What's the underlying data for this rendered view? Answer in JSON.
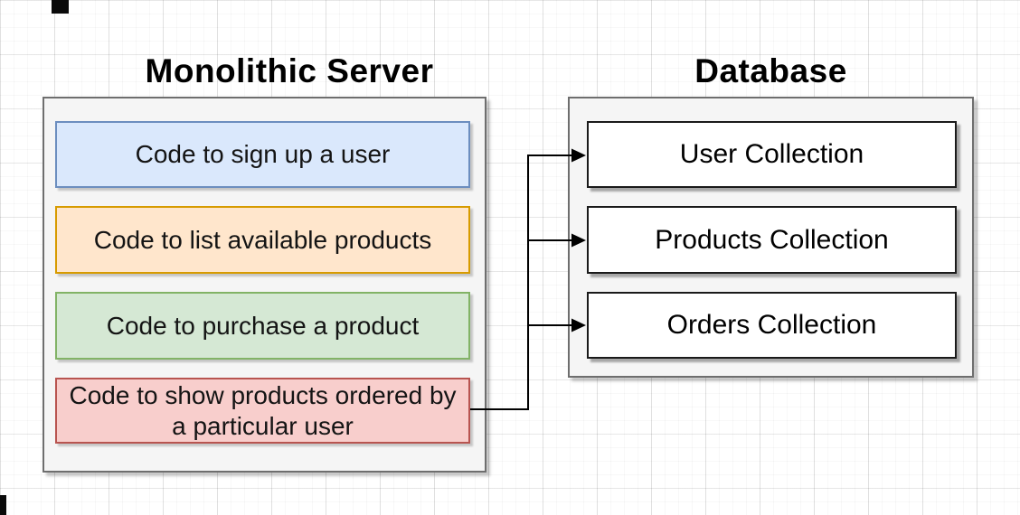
{
  "diagram": {
    "server": {
      "title": "Monolithic Server",
      "modules": [
        {
          "label": "Code to sign up a user",
          "fill": "#dae8fc",
          "stroke": "#6c8ebf"
        },
        {
          "label": "Code to list available products",
          "fill": "#ffe6cc",
          "stroke": "#d79b00"
        },
        {
          "label": "Code to purchase a product",
          "fill": "#d5e8d4",
          "stroke": "#82b366"
        },
        {
          "label": "Code to show products ordered by a particular user",
          "fill": "#f8cecc",
          "stroke": "#b85450"
        }
      ]
    },
    "database": {
      "title": "Database",
      "collections": [
        {
          "label": "User Collection"
        },
        {
          "label": "Products Collection"
        },
        {
          "label": "Orders Collection"
        }
      ]
    },
    "edges": [
      {
        "from": "module-show-products-ordered",
        "to": "user-collection"
      },
      {
        "from": "module-show-products-ordered",
        "to": "products-collection"
      },
      {
        "from": "module-show-products-ordered",
        "to": "orders-collection"
      }
    ],
    "colors": {
      "container_fill": "#f5f5f5",
      "container_stroke": "#6e6e6e",
      "collection_fill": "#ffffff",
      "collection_stroke": "#1a1a1a",
      "connector": "#000000"
    }
  }
}
